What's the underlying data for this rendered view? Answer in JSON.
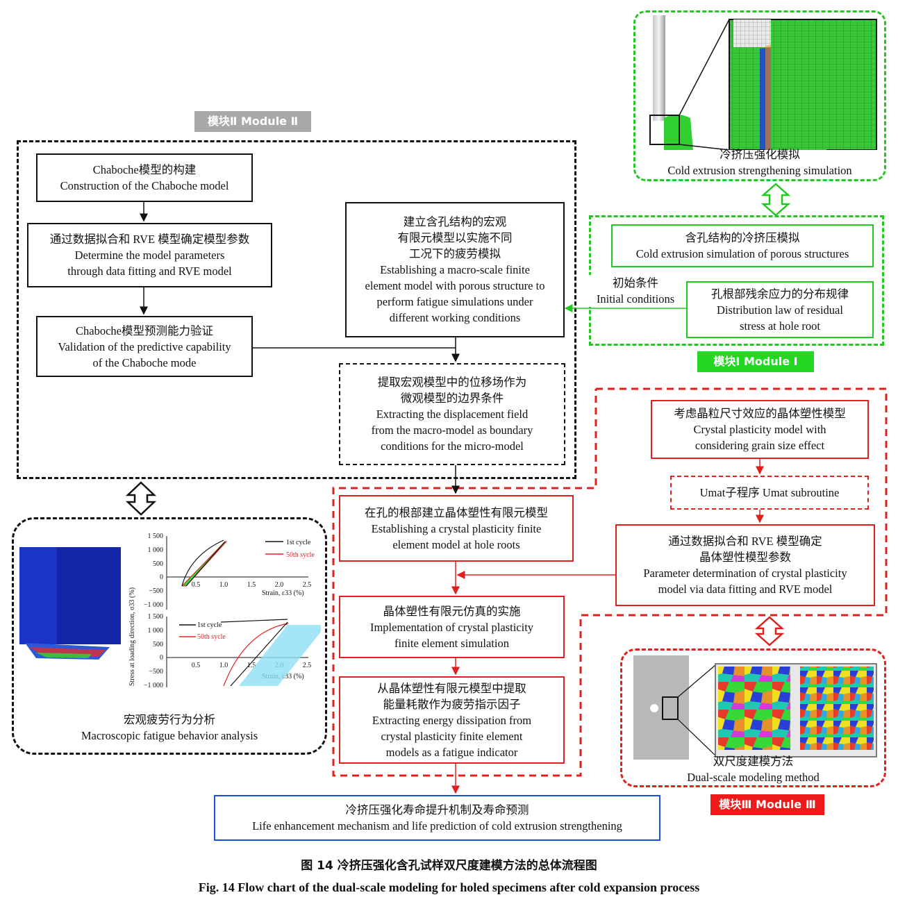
{
  "module2": {
    "tag": "模块Ⅱ Module Ⅱ",
    "chaboche_construct": [
      "Chaboche模型的构建",
      "Construction of the Chaboche model"
    ],
    "param_fit": [
      "通过数据拟合和 RVE 模型确定模型参数",
      "Determine the model parameters",
      "through data fitting and RVE model"
    ],
    "validation": [
      "Chaboche模型预测能力验证",
      "Validation of the predictive capability",
      "of the Chaboche mode"
    ],
    "macro_model": [
      "建立含孔结构的宏观",
      "有限元模型以实施不同",
      "工况下的疲劳模拟",
      "Establishing a macro-scale finite",
      "element model with porous structure to",
      "perform fatigue simulations under",
      "different working conditions"
    ],
    "extract_disp": [
      "提取宏观模型中的位移场作为",
      "微观模型的边界条件",
      "Extracting the displacement field",
      "from the macro-model as boundary",
      "conditions for the micro-model"
    ]
  },
  "module1": {
    "tag": "模块Ⅰ Module Ⅰ",
    "cold_sim_title": [
      "冷挤压强化模拟",
      "Cold extrusion strengthening simulation"
    ],
    "porous_sim": [
      "含孔结构的冷挤压模拟",
      "Cold extrusion simulation of porous structures"
    ],
    "residual": [
      "孔根部残余应力的分布规律",
      "Distribution law of residual",
      "stress at hole root"
    ],
    "initial_cond": [
      "初始条件",
      "Initial conditions"
    ]
  },
  "module3": {
    "tag": "模块Ⅲ Module Ⅲ",
    "crystal_model": [
      "考虑晶粒尺寸效应的晶体塑性模型",
      "Crystal plasticity model with",
      "considering grain size effect"
    ],
    "umat": "Umat子程序 Umat subroutine",
    "cp_params": [
      "通过数据拟合和 RVE 模型确定",
      "晶体塑性模型参数",
      "Parameter determination of crystal plasticity",
      "model via data fitting and RVE model"
    ],
    "dual_scale_title": [
      "双尺度建模方法",
      "Dual-scale modeling method"
    ]
  },
  "center": {
    "cp_model_hole": [
      "在孔的根部建立晶体塑性有限元模型",
      "Establishing a crystal plasticity finite",
      "element model at hole roots"
    ],
    "cp_sim": [
      "晶体塑性有限元仿真的实施",
      "Implementation of crystal plasticity",
      "finite element simulation"
    ],
    "energy": [
      "从晶体塑性有限元模型中提取",
      "能量耗散作为疲劳指示因子",
      "Extracting energy dissipation from",
      "crystal plasticity finite element",
      "models as a fatigue indicator"
    ],
    "life": [
      "冷挤压强化寿命提升机制及寿命预测",
      "Life enhancement mechanism and life prediction of cold extrusion strengthening"
    ]
  },
  "macro_fatigue": {
    "title": [
      "宏观疲劳行为分析",
      "Macroscopic fatigue behavior analysis"
    ],
    "ylabel": "Stress at loading direction, σ33 (%)",
    "xlabel": "Strain, ε33 (%)",
    "legend": [
      "1st cycle",
      "50th sycle"
    ],
    "yticks_top": [
      "1 500",
      "1 000",
      "500",
      "0",
      "−500",
      "−1 000"
    ],
    "yticks_bottom": [
      "1 500",
      "1 000",
      "500",
      "0",
      "−500",
      "−1 000"
    ],
    "xticks": [
      "0.5",
      "1.0",
      "1.5",
      "2.0",
      "2.5"
    ]
  },
  "caption": {
    "cn": "图 14    冷挤压强化含孔试样双尺度建模方法的总体流程图",
    "en": "Fig. 14    Flow chart of the dual-scale modeling for holed specimens after cold expansion process"
  },
  "colors": {
    "red": "#e0201c",
    "green": "#22c822",
    "blue": "#1b4fe0",
    "black": "#111111",
    "gray_tag": "#a0a0a0"
  }
}
